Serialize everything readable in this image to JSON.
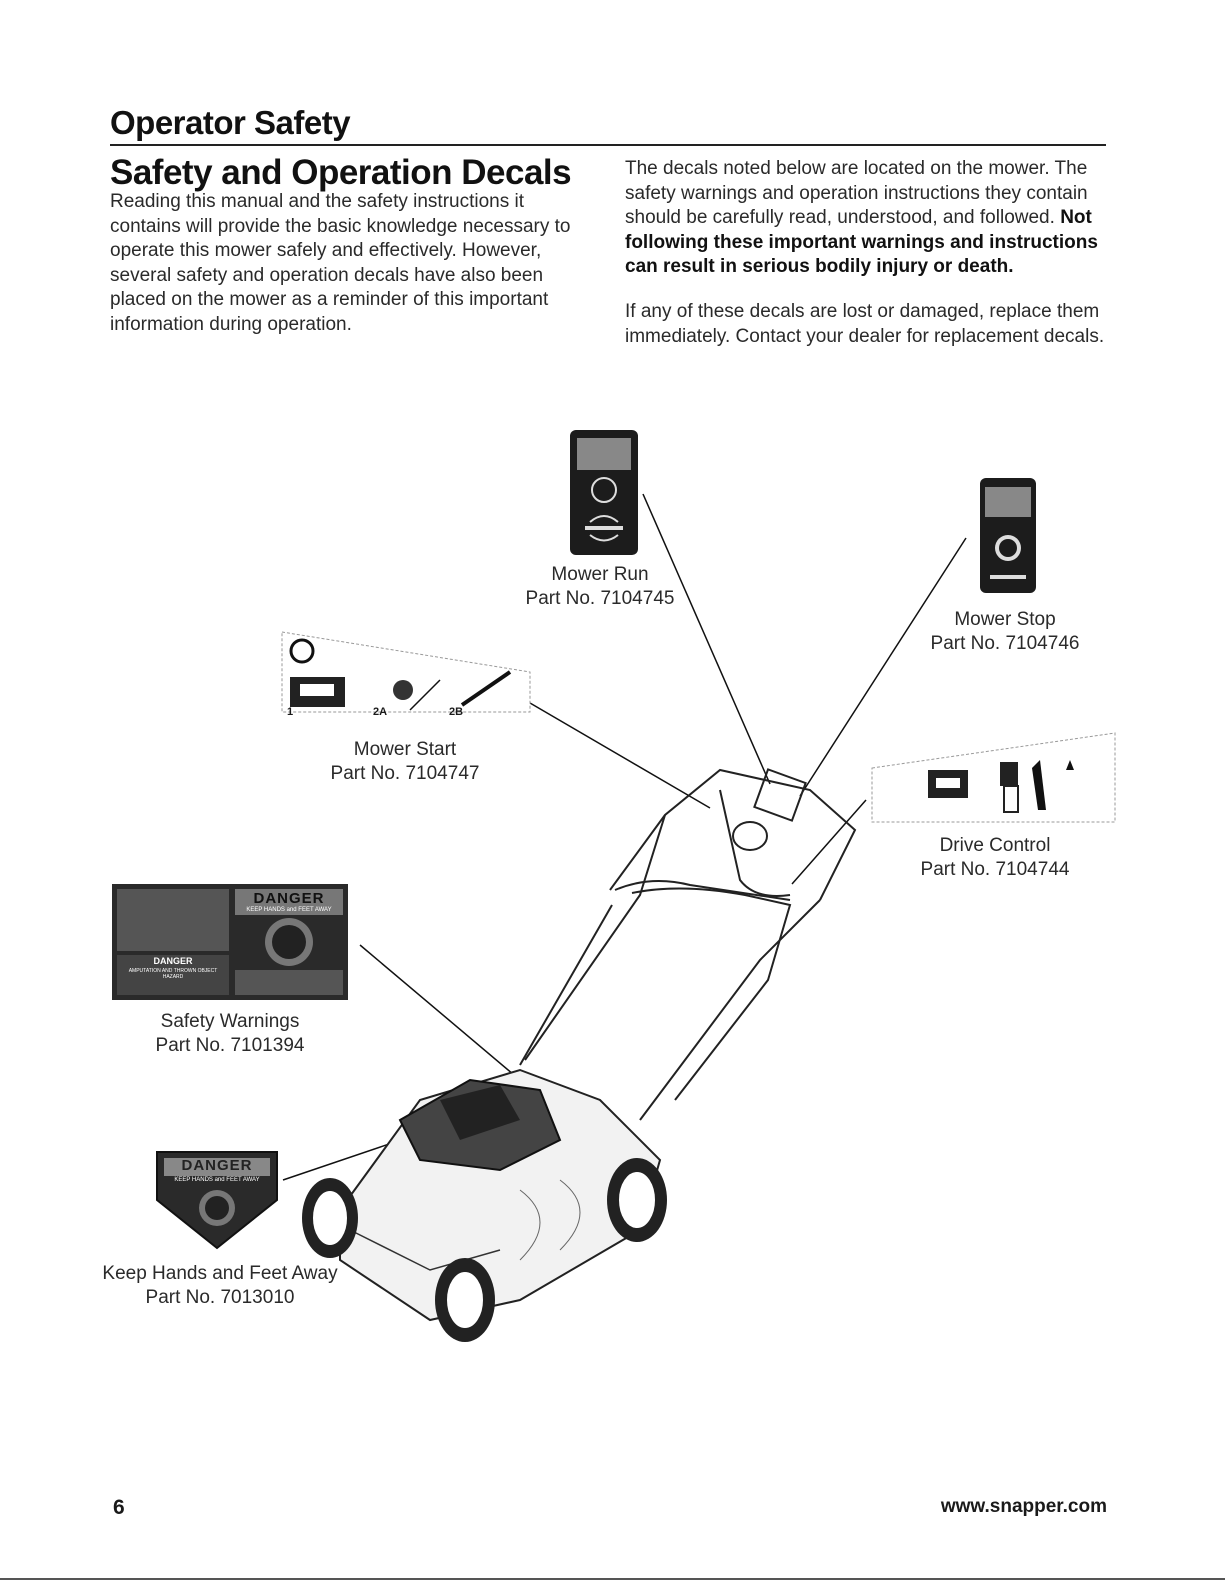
{
  "header": {
    "section_title": "Operator Safety",
    "subtitle": "Safety and Operation Decals"
  },
  "intro": {
    "left_paragraph": "Reading this manual and the safety instructions it contains will provide the basic knowledge necessary to operate this mower safely and effectively. However, several safety and operation decals have also been placed on the mower as a reminder of this important information during operation.",
    "right_paragraph_plain": "The decals noted below are located on the mower. The safety warnings and operation instructions they contain should be carefully read, understood, and followed. ",
    "right_paragraph_bold": "Not following these important warnings and instructions can result in serious bodily injury or death.",
    "replace_paragraph": "If any of these decals are lost or damaged, replace them immediately. Contact your dealer for replacement decals."
  },
  "decals": {
    "mower_run": {
      "name": "Mower Run",
      "part": "Part No. 7104745"
    },
    "mower_stop": {
      "name": "Mower Stop",
      "part": "Part No. 7104746"
    },
    "mower_start": {
      "name": "Mower Start",
      "part": "Part No. 7104747",
      "step_1": "1",
      "step_2a": "2A",
      "step_2b": "2B"
    },
    "drive_control": {
      "name": "Drive Control",
      "part": "Part No. 7104744"
    },
    "safety_warnings": {
      "name": "Safety Warnings",
      "part": "Part No. 7101394",
      "danger_word": "DANGER",
      "danger_sub": "KEEP HANDS and FEET AWAY",
      "danger_small": "DANGER",
      "amputation": "AMPUTATION AND THROWN OBJECT HAZARD"
    },
    "keep_hands": {
      "name": "Keep Hands and Feet Away",
      "part": "Part No. 7013010",
      "danger_word": "DANGER",
      "sub": "KEEP HANDS and FEET AWAY"
    }
  },
  "footer": {
    "page_number": "6",
    "url": "www.snapper.com"
  }
}
